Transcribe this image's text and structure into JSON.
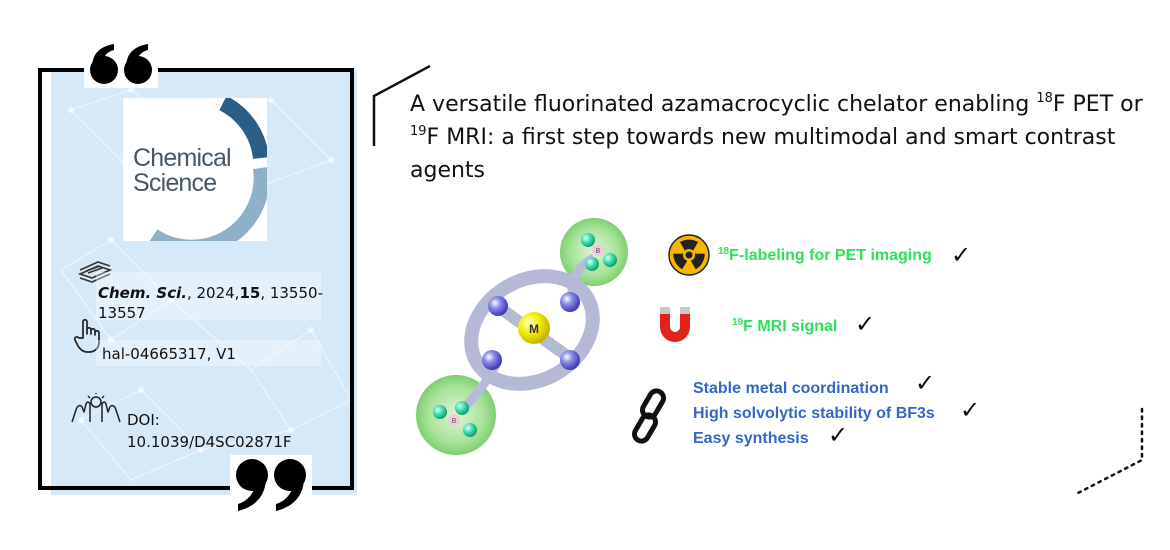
{
  "journal": {
    "logo_line1": "Chemical",
    "logo_line2": "Science"
  },
  "citation": {
    "journal_abbrev": "Chem. Sci.",
    "year": ", 2024,",
    "volume": "15",
    "pages": ", 13550-13557"
  },
  "hal": "hal-04665317, V1",
  "doi": {
    "label": "DOI:",
    "value": "10.1039/D4SC02871F"
  },
  "title": {
    "part1": "A versatile fluorinated azamacrocyclic chelator enabling ",
    "sup1": "18",
    "part2": "F PET or ",
    "sup2": "19",
    "part3": "F MRI: a first step towards new multimodal and smart contrast agents"
  },
  "graphic": {
    "metal_label": "M",
    "boron_label": "B",
    "features": [
      {
        "sup": "18",
        "text": "F-labeling for PET imaging",
        "check": "✓"
      },
      {
        "sup": "19",
        "text": "F MRI signal",
        "check": "✓"
      },
      {
        "sup": "",
        "text": "Stable metal coordination",
        "check": "✓"
      },
      {
        "sup": "",
        "text": "High solvolytic stability of BF3s",
        "check": "✓"
      },
      {
        "sup": "",
        "text": "Easy synthesis",
        "check": "✓"
      }
    ]
  },
  "colors": {
    "feature_green": "#2ee05c",
    "feature_blue": "#3566c4",
    "card_bg": "#d6e9f8",
    "logo_arc_dark": "#2c5d84",
    "logo_arc_light": "#8fb1c8",
    "logo_text": "#465866"
  },
  "icons": [
    "open-quote-icon",
    "close-quote-icon",
    "journal-stack-icon",
    "pointer-hand-icon",
    "hands-icon",
    "radiation-icon",
    "magnet-icon",
    "chain-link-icon"
  ]
}
